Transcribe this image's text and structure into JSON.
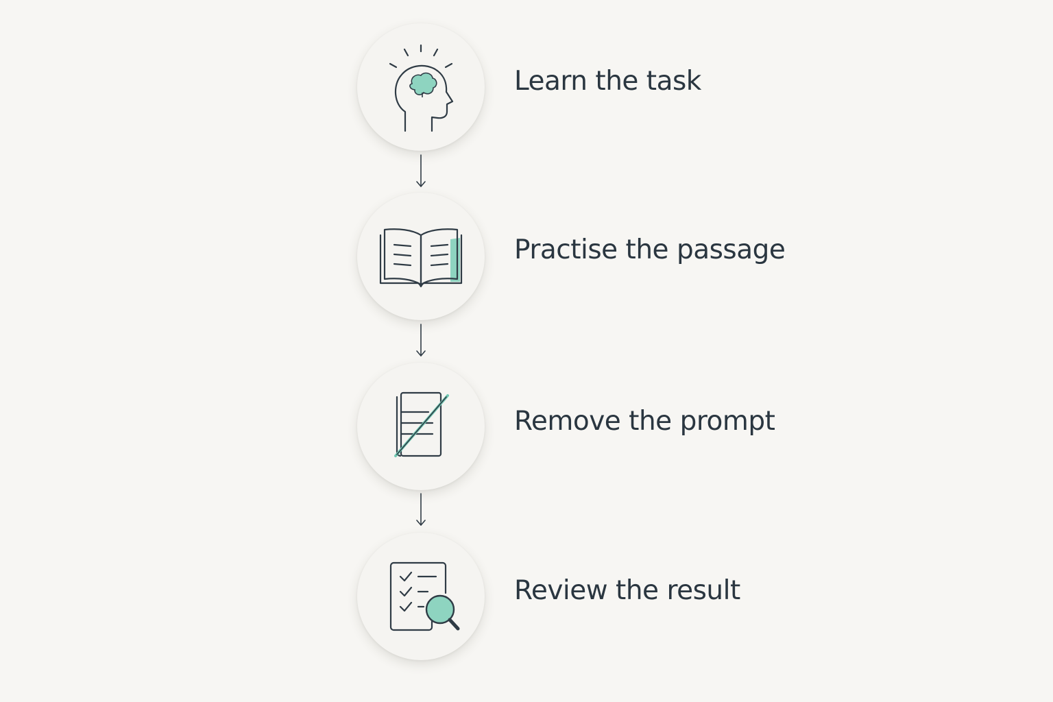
{
  "colors": {
    "background": "#f7f6f3",
    "stroke": "#2f3b45",
    "accent": "#8ed4c0",
    "text": "#2a3640"
  },
  "steps": [
    {
      "icon": "head-brain-icon",
      "label": "Learn the task"
    },
    {
      "icon": "open-book-icon",
      "label": "Practise the passage"
    },
    {
      "icon": "document-crossed-out-icon",
      "label": "Remove the prompt"
    },
    {
      "icon": "checklist-magnifier-icon",
      "label": "Review the result"
    }
  ]
}
